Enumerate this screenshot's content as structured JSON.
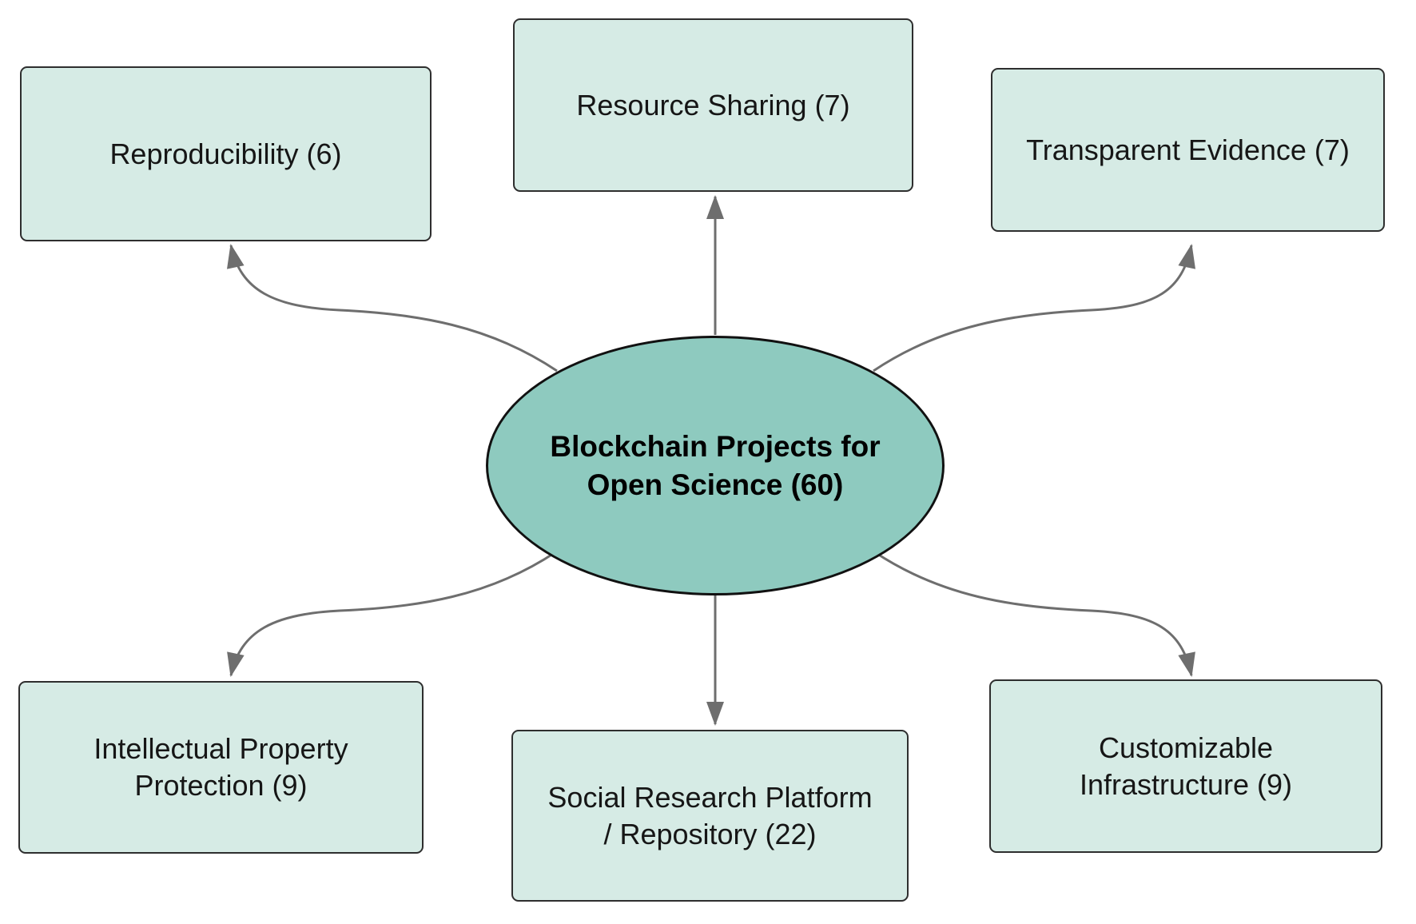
{
  "center_node": {
    "lines": [
      "Blockchain Projects for",
      "Open Science (60)"
    ]
  },
  "nodes": [
    {
      "id": "reproducibility",
      "lines": [
        "Reproducibility (6)"
      ]
    },
    {
      "id": "resource-sharing",
      "lines": [
        "Resource Sharing (7)"
      ]
    },
    {
      "id": "transparent-evidence",
      "lines": [
        "Transparent Evidence (7)"
      ]
    },
    {
      "id": "intellectual-property-protection",
      "lines": [
        "Intellectual Property",
        "Protection (9)"
      ]
    },
    {
      "id": "social-research-platform-repository",
      "lines": [
        "Social Research Platform",
        "/ Repository (22)"
      ]
    },
    {
      "id": "customizable-infrastructure",
      "lines": [
        "Customizable",
        "Infrastructure (9)"
      ]
    }
  ],
  "colors": {
    "node_fill": "#d6ebe5",
    "node_border": "#2e2e2e",
    "center_fill": "#8ecabf",
    "center_border": "#111111",
    "arrow": "#6e6e6e",
    "text": "#161616",
    "background": "#ffffff"
  }
}
